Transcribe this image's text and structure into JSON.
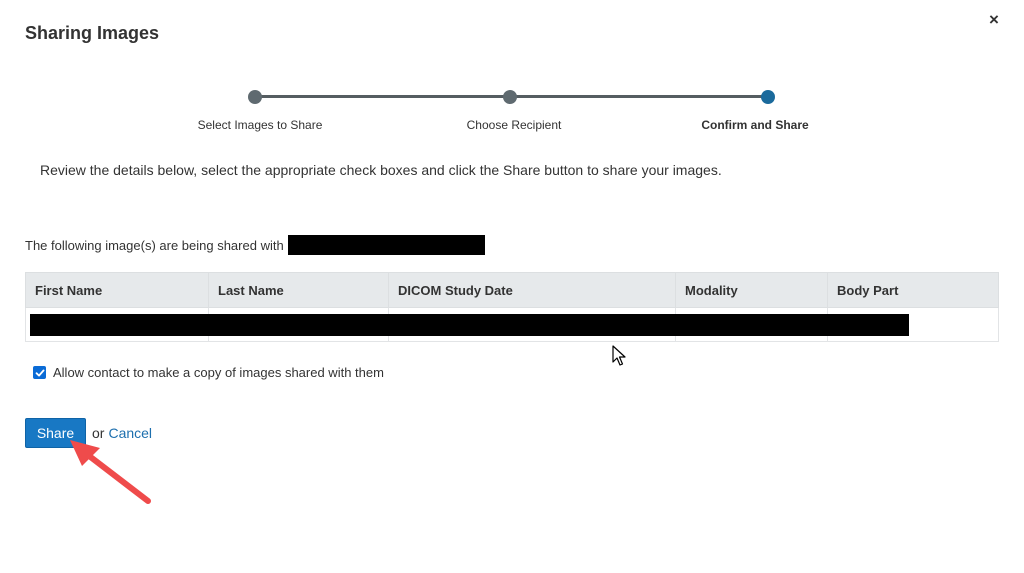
{
  "dialog": {
    "title": "Sharing Images",
    "close_label": "×"
  },
  "stepper": {
    "steps": [
      {
        "label": "Select Images to Share",
        "state": "complete"
      },
      {
        "label": "Choose Recipient",
        "state": "complete"
      },
      {
        "label": "Confirm and Share",
        "state": "active"
      }
    ],
    "colors": {
      "complete": "#5f6a70",
      "active": "#1b6a9c",
      "line": "#555d61"
    }
  },
  "instructions": "Review the details below, select the appropriate check boxes and click the Share button to share your images.",
  "shared_with": {
    "prefix": "The following image(s) are being shared with",
    "recipient": ""
  },
  "table": {
    "columns": [
      "First Name",
      "Last Name",
      "DICOM Study Date",
      "Modality",
      "Body Part"
    ],
    "rows": [
      [
        "",
        "",
        "",
        "",
        ""
      ]
    ]
  },
  "options": {
    "allow_copy_label": "Allow contact to make a copy of images shared with them",
    "allow_copy_checked": true
  },
  "actions": {
    "share_label": "Share",
    "or_text": "or",
    "cancel_label": "Cancel"
  },
  "colors": {
    "primary_button": "#1878c4",
    "link": "#1d6fae",
    "checkbox": "#0a6bd6",
    "annotation_arrow": "#ef4b4b",
    "table_header_bg": "#e6e9eb"
  }
}
